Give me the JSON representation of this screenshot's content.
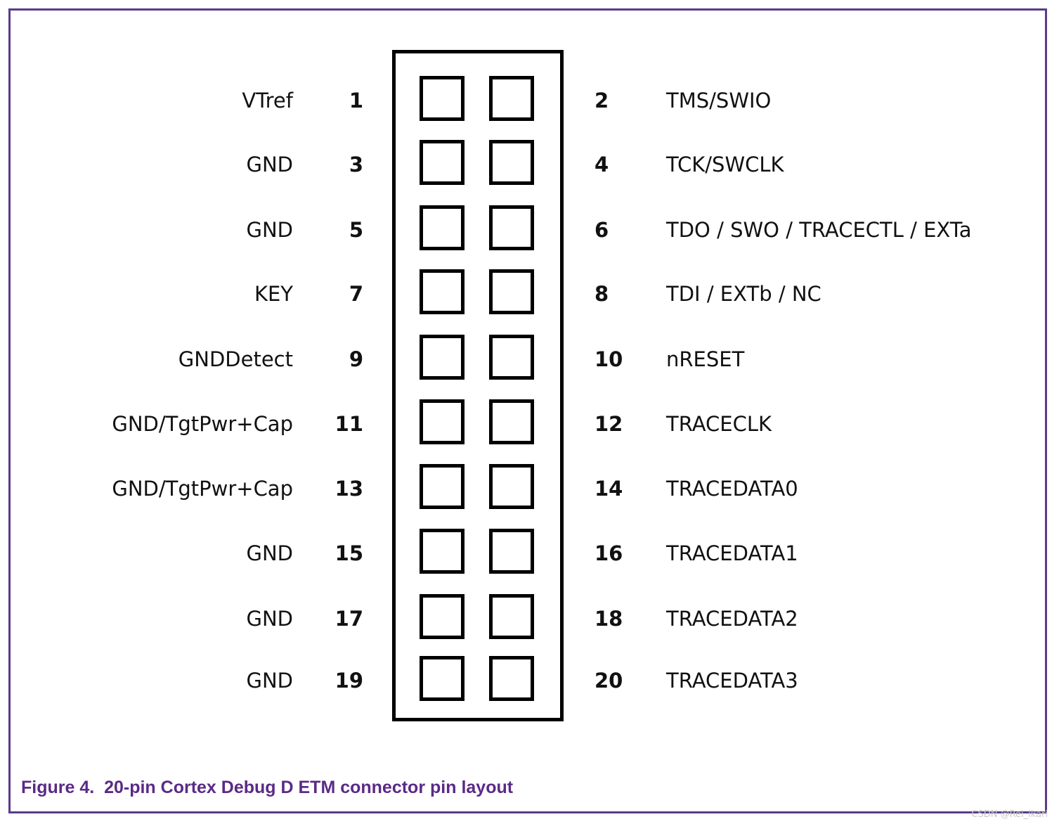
{
  "caption": "Figure 4.  20-pin Cortex Debug D ETM connector pin layout",
  "watermark": "CSDN @Rei_ikari",
  "colors": {
    "frame": "#5b3a8a",
    "caption": "#5b2a86"
  },
  "rows": [
    {
      "left_name": "VTref",
      "left_num": "1",
      "right_num": "2",
      "right_name": "TMS/SWIO"
    },
    {
      "left_name": "GND",
      "left_num": "3",
      "right_num": "4",
      "right_name": "TCK/SWCLK"
    },
    {
      "left_name": "GND",
      "left_num": "5",
      "right_num": "6",
      "right_name": "TDO / SWO / TRACECTL / EXTa"
    },
    {
      "left_name": "KEY",
      "left_num": "7",
      "right_num": "8",
      "right_name": "TDI / EXTb / NC"
    },
    {
      "left_name": "GNDDetect",
      "left_num": "9",
      "right_num": "10",
      "right_name": "nRESET"
    },
    {
      "left_name": "GND/TgtPwr+Cap",
      "left_num": "11",
      "right_num": "12",
      "right_name": "TRACECLK"
    },
    {
      "left_name": "GND/TgtPwr+Cap",
      "left_num": "13",
      "right_num": "14",
      "right_name": "TRACEDATA0"
    },
    {
      "left_name": "GND",
      "left_num": "15",
      "right_num": "16",
      "right_name": "TRACEDATA1"
    },
    {
      "left_name": "GND",
      "left_num": "17",
      "right_num": "18",
      "right_name": "TRACEDATA2"
    },
    {
      "left_name": "GND",
      "left_num": "19",
      "right_num": "20",
      "right_name": "TRACEDATA3"
    }
  ]
}
